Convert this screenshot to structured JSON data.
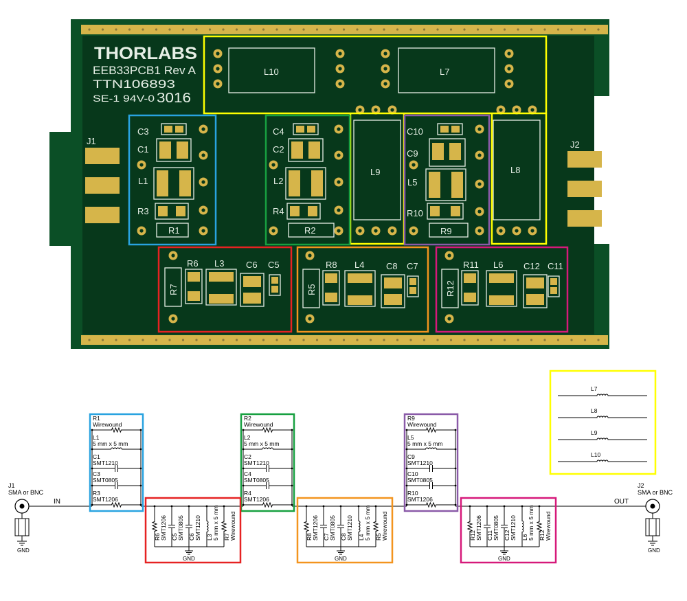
{
  "colors": {
    "board": "#0b4f26",
    "board_dark": "#07381b",
    "board_edge": "#1a6a35",
    "gold": "#d6b54a",
    "gold_light": "#f0d774",
    "silk": "#e6efe6",
    "wire": "#000000",
    "blue": "#29a3e0",
    "green": "#17a040",
    "purple": "#8a5aa8",
    "yellow": "#ffff00",
    "red": "#e62222",
    "orange": "#f3941e",
    "magenta": "#d6197a"
  },
  "pcb": {
    "brand": "THORLABS",
    "board_label": "EEB33PCB1  Rev  A",
    "ttn": "TTN106893",
    "rating": "SE-1 94V-0",
    "datecode": "3016",
    "connector_left": "J1",
    "connector_right": "J2",
    "parts": {
      "L10": "L10",
      "L7": "L7",
      "L9": "L9",
      "L8": "L8",
      "C3": "C3",
      "C1": "C1",
      "L1": "L1",
      "R3": "R3",
      "R1": "R1",
      "C4": "C4",
      "C2": "C2",
      "L2": "L2",
      "R4": "R4",
      "R2": "R2",
      "C10": "C10",
      "C9": "C9",
      "L5": "L5",
      "R10": "R10",
      "R9": "R9",
      "R7": "R7",
      "R6": "R6",
      "L3": "L3",
      "C6": "C6",
      "C5": "C5",
      "R5": "R5",
      "R8": "R8",
      "L4": "L4",
      "C8": "C8",
      "C7": "C7",
      "R12": "R12",
      "R11": "R11",
      "L6": "L6",
      "C12": "C12",
      "C11": "C11"
    }
  },
  "schematic": {
    "j1_label": "J1",
    "j1_type": "SMA or BNC",
    "j2_label": "J2",
    "j2_type": "SMA or BNC",
    "in_label": "IN",
    "out_label": "OUT",
    "gnd": "GND",
    "series_blocks": [
      {
        "items": [
          {
            "name": "R1",
            "spec": "Wirewound",
            "sym": "res"
          },
          {
            "name": "L1",
            "spec": "5 mm x 5 mm",
            "sym": "ind"
          },
          {
            "name": "C1",
            "spec": "SMT1210",
            "sym": "cap"
          },
          {
            "name": "C3",
            "spec": "SMT0805",
            "sym": "cap"
          },
          {
            "name": "R3",
            "spec": "SMT1206",
            "sym": "res"
          }
        ]
      },
      {
        "items": [
          {
            "name": "R2",
            "spec": "Wirewound",
            "sym": "res"
          },
          {
            "name": "L2",
            "spec": "5 mm x 5 mm",
            "sym": "ind"
          },
          {
            "name": "C2",
            "spec": "SMT1210",
            "sym": "cap"
          },
          {
            "name": "C4",
            "spec": "SMT0805",
            "sym": "cap"
          },
          {
            "name": "R4",
            "spec": "SMT1206",
            "sym": "res"
          }
        ]
      },
      {
        "items": [
          {
            "name": "R9",
            "spec": "Wirewound",
            "sym": "res"
          },
          {
            "name": "L5",
            "spec": "5 mm x 5 mm",
            "sym": "ind"
          },
          {
            "name": "C9",
            "spec": "SMT1210",
            "sym": "cap"
          },
          {
            "name": "C10",
            "spec": "SMT0805",
            "sym": "cap"
          },
          {
            "name": "R10",
            "spec": "SMT1206",
            "sym": "res"
          }
        ]
      }
    ],
    "shunt_blocks": [
      {
        "items": [
          {
            "name": "R6",
            "spec": "SMT1206",
            "sym": "res"
          },
          {
            "name": "C5",
            "spec": "SMT0805",
            "sym": "cap"
          },
          {
            "name": "C6",
            "spec": "SMT1210",
            "sym": "cap"
          },
          {
            "name": "L3",
            "spec": "5 mm x 5 mm",
            "sym": "ind"
          },
          {
            "name": "R7",
            "spec": "Wirewound",
            "sym": "res"
          }
        ]
      },
      {
        "items": [
          {
            "name": "R8",
            "spec": "SMT1206",
            "sym": "res"
          },
          {
            "name": "C7",
            "spec": "SMT0805",
            "sym": "cap"
          },
          {
            "name": "C8",
            "spec": "SMT1210",
            "sym": "cap"
          },
          {
            "name": "L4",
            "spec": "5 mm x 5 mm",
            "sym": "ind"
          },
          {
            "name": "R5",
            "spec": "Wirewound",
            "sym": "res"
          }
        ]
      },
      {
        "items": [
          {
            "name": "R11",
            "spec": "SMT1206",
            "sym": "res"
          },
          {
            "name": "C11",
            "spec": "SMT0805",
            "sym": "cap"
          },
          {
            "name": "C12",
            "spec": "SMT1210",
            "sym": "cap"
          },
          {
            "name": "L6",
            "spec": "5 mm x 5 mm",
            "sym": "ind"
          },
          {
            "name": "R12",
            "spec": "Wirewound",
            "sym": "res"
          }
        ]
      }
    ],
    "legend_inductors": [
      "L7",
      "L8",
      "L9",
      "L10"
    ]
  }
}
